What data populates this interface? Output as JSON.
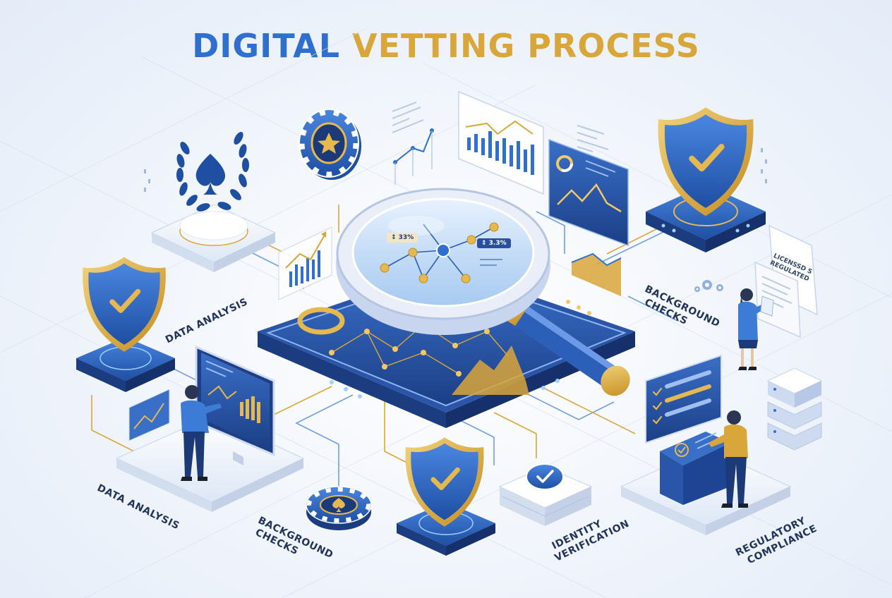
{
  "title": {
    "part1": "DIGITAL",
    "part2": "VETTING PROCESS"
  },
  "labels": {
    "data_analysis_top": "DATA ANALYSIS",
    "background_checks_right_1": "BACKGROUND",
    "background_checks_right_2": "CHECKS",
    "data_analysis_bottom": "DATA ANALYSIS",
    "background_checks_bottom_1": "BACKGROUND",
    "background_checks_bottom_2": "CHECKS",
    "identity_verification_1": "IDENTITY",
    "identity_verification_2": "VERIFICATION",
    "regulatory_compliance_1": "REGULATORY",
    "regulatory_compliance_2": "COMPLIANCE"
  },
  "lens_tags": {
    "left": "↕ 33%",
    "right": "⇕ 3.3%"
  },
  "document": {
    "line1": "LICENSSD S",
    "line2": "REGULATED"
  },
  "colors": {
    "blue": "#2f6fd0",
    "navy": "#1d3a78",
    "gold": "#d9a63a",
    "background": "#f3f6fc"
  }
}
